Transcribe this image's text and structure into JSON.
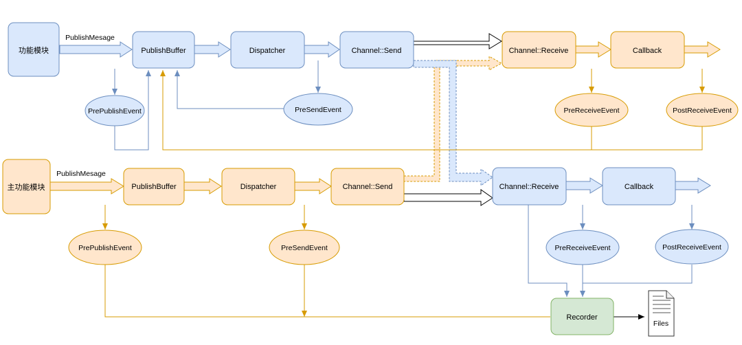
{
  "colors": {
    "blue_fill": "#dae8fc",
    "blue_stroke": "#6c8ebf",
    "orange_fill": "#ffe6cc",
    "orange_stroke": "#d79b00",
    "green_fill": "#d5e8d4",
    "green_stroke": "#82b366",
    "black": "#000000"
  },
  "top_row": {
    "module": "功能模块",
    "publish_label": "PublishMesage",
    "publish_buffer": "PublishBuffer",
    "dispatcher": "Dispatcher",
    "channel_send": "Channel::Send",
    "channel_receive": "Channel::Receive",
    "callback": "Callback",
    "pre_publish_event": "PrePublishEvent",
    "pre_send_event": "PreSendEvent",
    "pre_receive_event": "PreReceiveEvent",
    "post_receive_event": "PostReceiveEvent"
  },
  "bottom_row": {
    "module": "主功能模块",
    "publish_label": "PublishMesage",
    "publish_buffer": "PublishBuffer",
    "dispatcher": "Dispatcher",
    "channel_send": "Channel::Send",
    "channel_receive": "Channel::Receive",
    "callback": "Callback",
    "pre_publish_event": "PrePublishEvent",
    "pre_send_event": "PreSendEvent",
    "pre_receive_event": "PreReceiveEvent",
    "post_receive_event": "PostReceiveEvent"
  },
  "recorder": "Recorder",
  "files": "Files"
}
